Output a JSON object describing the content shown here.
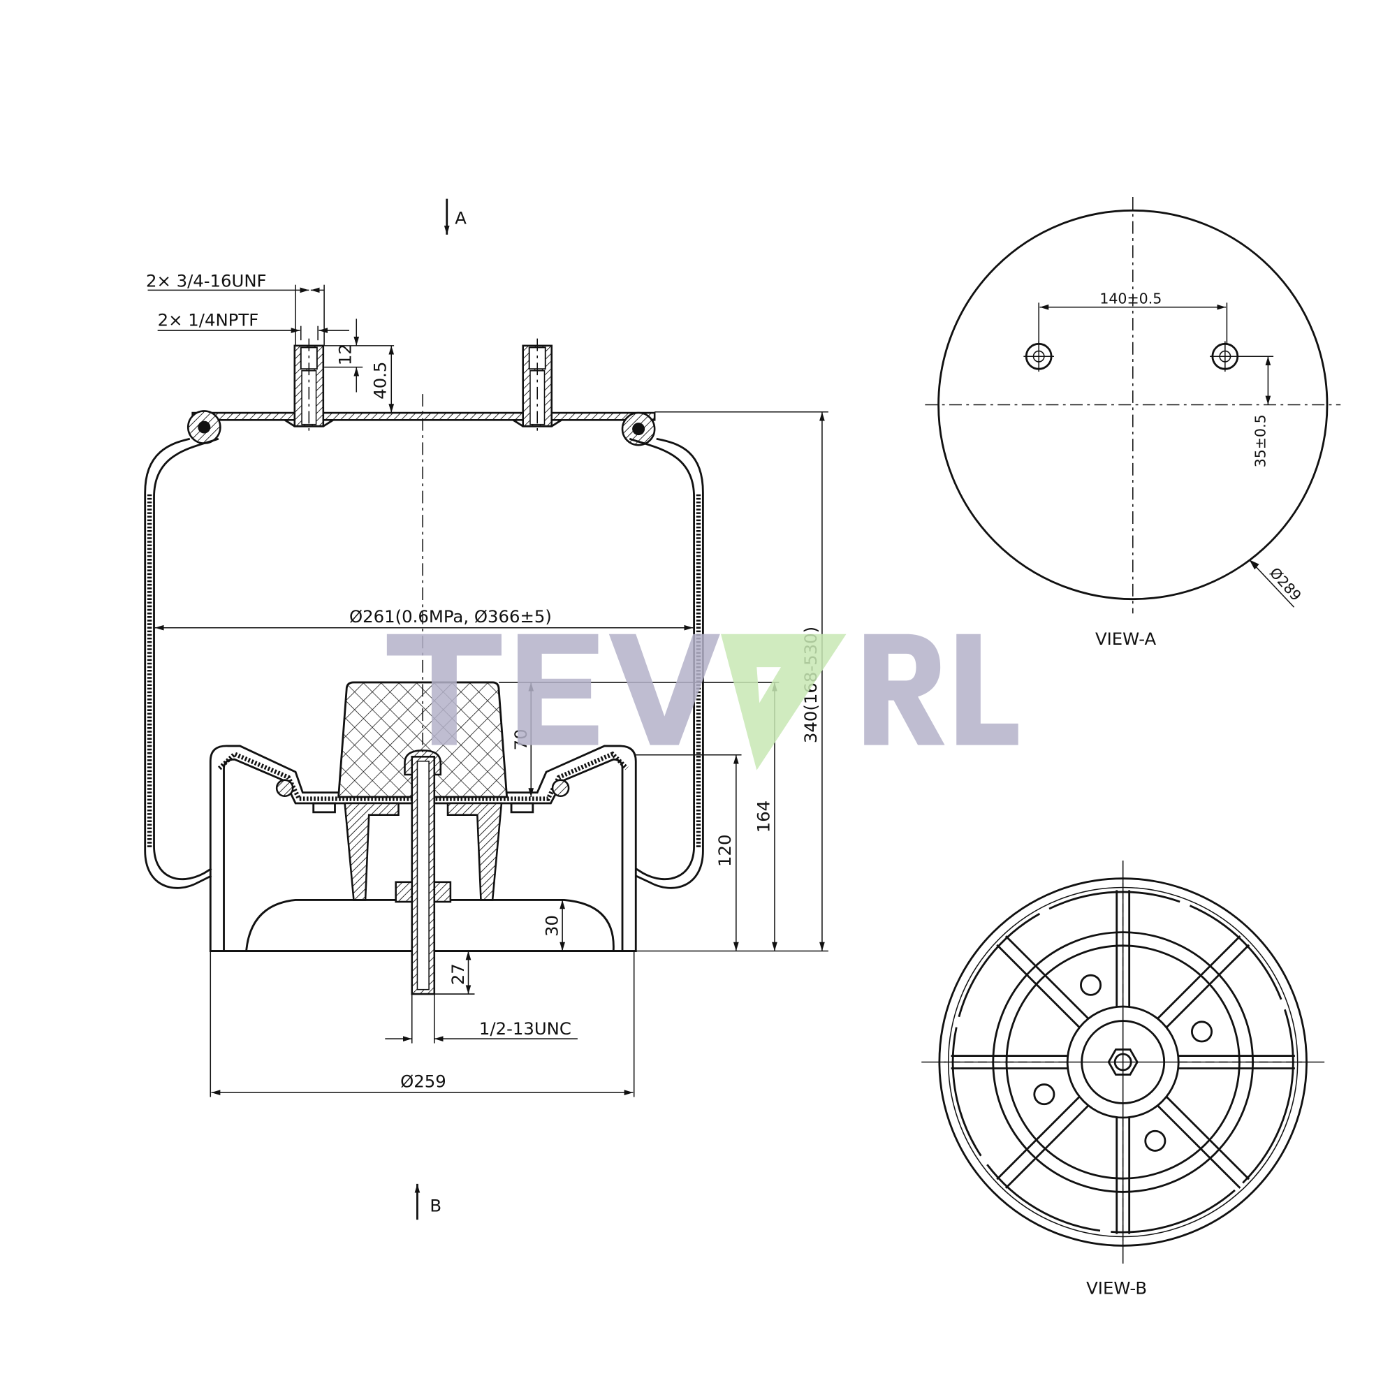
{
  "logo": {
    "text": "TEVARL",
    "colors": {
      "letters": "#b4b2c9",
      "mark": "#c8e8b4"
    }
  },
  "main_view": {
    "view_arrow_a": "A",
    "view_arrow_b": "B",
    "labels": {
      "air_fitting": "2× 3/4-16UNF",
      "port": "2× 1/4NPTF",
      "dim_12": "12",
      "dim_40_5": "40.5",
      "diameter_bellows": "Ø261(0.6MPa, Ø366±5)",
      "dim_70": "70",
      "dim_164": "164",
      "dim_120": "120",
      "dim_height": "340(168-530)",
      "dim_30": "30",
      "dim_27": "27",
      "bolt_thread": "1/2-13UNC",
      "diameter_piston": "Ø259"
    }
  },
  "view_a": {
    "title": "VIEW-A",
    "dim_spacing": "140±0.5",
    "dim_offset": "35±0.5",
    "diameter": "Ø289"
  },
  "view_b": {
    "title": "VIEW-B"
  }
}
